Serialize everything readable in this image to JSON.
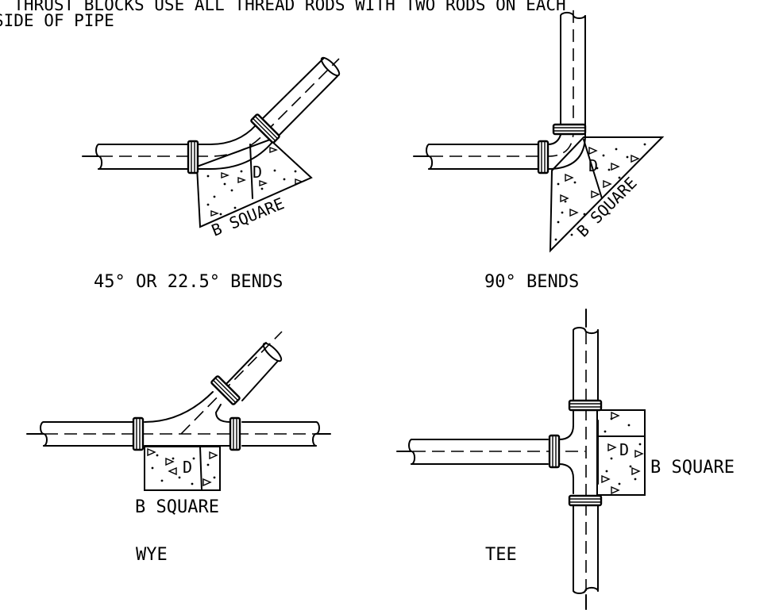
{
  "notes": {
    "line1": "T THRUST BLOCKS USE ALL THREAD RODS WITH TWO RODS ON EACH",
    "line2": "SIDE OF PIPE"
  },
  "details": {
    "bend45": {
      "caption": "45° OR 22.5° BENDS",
      "size_label": "B SQUARE",
      "depth_label": "D"
    },
    "bend90": {
      "caption": "90° BENDS",
      "size_label": "B SQUARE",
      "depth_label": "D"
    },
    "wye": {
      "caption": "WYE",
      "size_label": "B SQUARE",
      "depth_label": "D"
    },
    "tee": {
      "caption": "TEE",
      "size_label": "B SQUARE",
      "depth_label": "D"
    }
  }
}
